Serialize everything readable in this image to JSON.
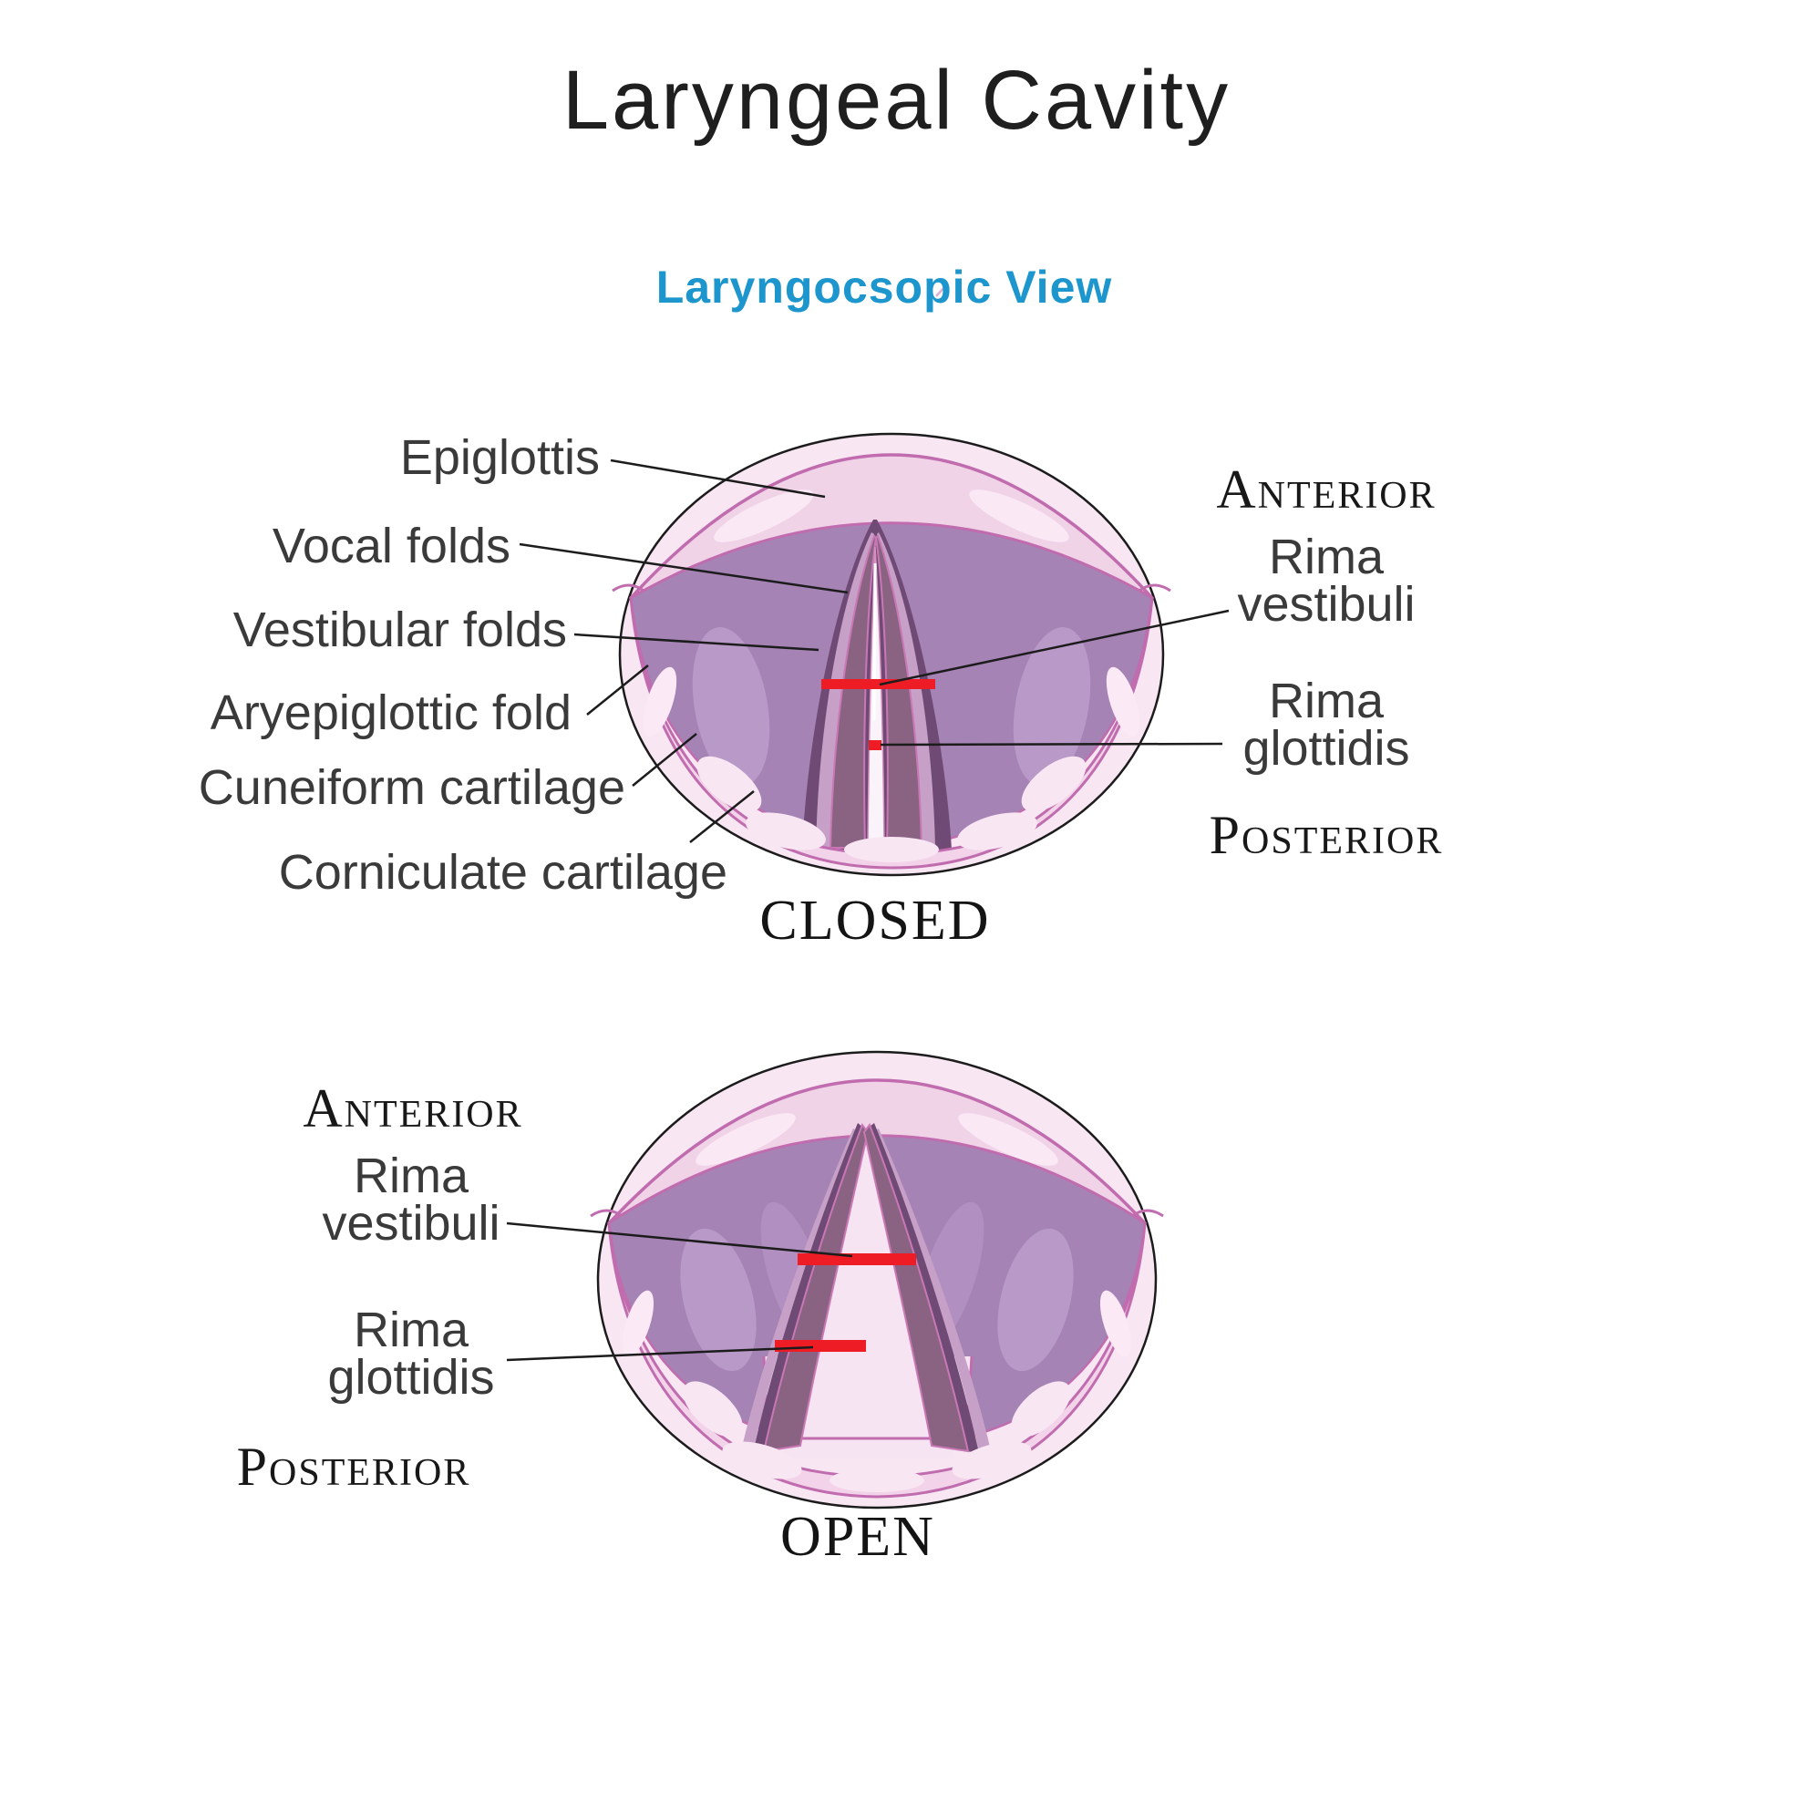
{
  "header": {
    "title": "Laryngeal Cavity",
    "subtitle": "Laryngocsopic View"
  },
  "closed_view": {
    "caption": "CLOSED",
    "labels": {
      "epiglottis": "Epiglottis",
      "vocal_folds": "Vocal folds",
      "vestibular_folds": "Vestibular folds",
      "aryepiglottic_fold": "Aryepiglottic fold",
      "cuneiform_cartilage": "Cuneiform cartilage",
      "corniculate_cartilage": "Corniculate cartilage",
      "anterior": "Anterior",
      "posterior": "Posterior",
      "rima_vestibuli_line1": "Rima",
      "rima_vestibuli_line2": "vestibuli",
      "rima_glottidis_line1": "Rima",
      "rima_glottidis_line2": "glottidis"
    }
  },
  "open_view": {
    "caption": "OPEN",
    "labels": {
      "anterior": "Anterior",
      "posterior": "Posterior",
      "rima_vestibuli_line1": "Rima",
      "rima_vestibuli_line2": "vestibuli",
      "rima_glottidis_line1": "Rima",
      "rima_glottidis_line2": "glottidis"
    }
  },
  "colors": {
    "subtitle_blue": "#1d96ce",
    "marker_red": "#ee1c25",
    "outline_black": "#1c1c1c",
    "pink_rim": "#c06cae",
    "tissue_pale": "#f8e7f3",
    "tissue_band": "#f2d3e9",
    "epiglottis_band": "#f1d3e8",
    "vestibule_purple": "#a583b5",
    "fold_grey": "#8a6383",
    "fold_dark": "#6e4a74"
  }
}
